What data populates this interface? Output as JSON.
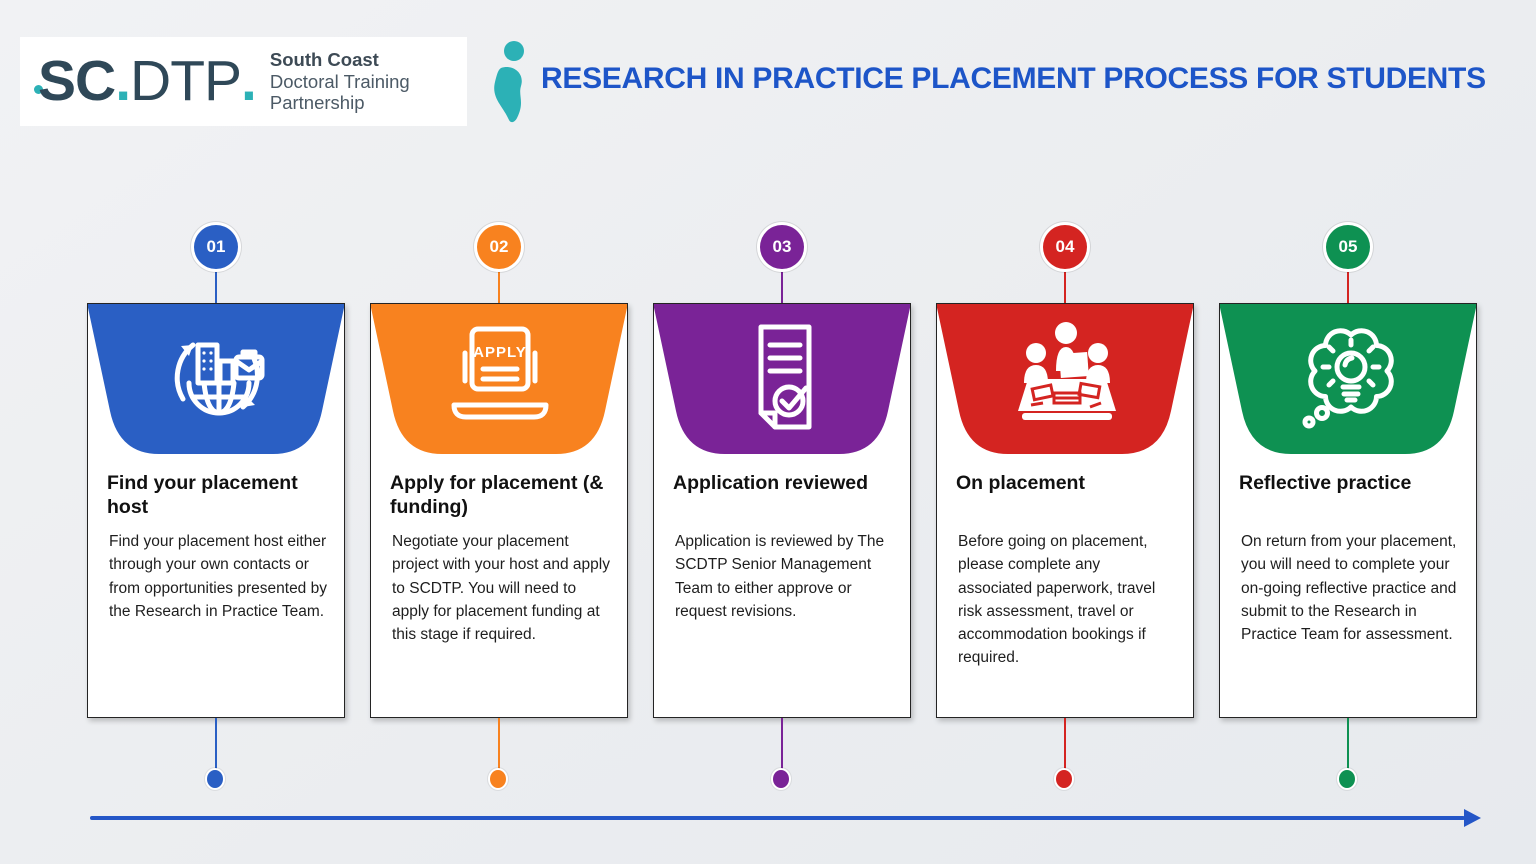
{
  "brand": {
    "logo_sc": "SC",
    "logo_dot1": ".",
    "logo_dtp": "DTP",
    "logo_dot2": ".",
    "tagline_line1": "South Coast",
    "tagline_line2": "Doctoral Training",
    "tagline_line3": "Partnership",
    "logo_navy": "#2f4858",
    "logo_teal": "#2cb1b6",
    "mark_icon": "scdtp-teal-figure-icon"
  },
  "header": {
    "title": "RESEARCH IN PRACTICE PLACEMENT PROCESS FOR STUDENTS",
    "title_color": "#1d55c8"
  },
  "steps": [
    {
      "number": "01",
      "color": "#2a5fc4",
      "connector_color": "#2a5fc4",
      "icon": "building-globe-cycle-icon",
      "title": "Find your placement host",
      "body": "Find your placement host either through your own contacts or from opportunities presented by the Research in Practice Team."
    },
    {
      "number": "02",
      "color": "#f8821f",
      "connector_color": "#f8821f",
      "icon": "laptop-apply-icon",
      "icon_label": "APPLY",
      "title": "Apply for placement (& funding)",
      "body": "Negotiate your placement project with your host and apply to SCDTP. You will need to apply for placement funding at this stage if required."
    },
    {
      "number": "03",
      "color": "#7a2397",
      "connector_color": "#7a2397",
      "icon": "document-approved-icon",
      "title": "Application reviewed",
      "body": "Application is reviewed by The SCDTP Senior Management Team to either approve or request revisions."
    },
    {
      "number": "04",
      "color": "#d42421",
      "connector_color": "#d42421",
      "icon": "team-meeting-icon",
      "title": "On placement",
      "body": "Before going on placement, please complete any associated paperwork, travel risk assessment, travel or accommodation bookings if required."
    },
    {
      "number": "05",
      "color": "#0e9152",
      "connector_color": "#d42421",
      "icon": "reflective-thought-lightbulb-icon",
      "title": "Reflective practice",
      "body": "On return from your placement, you will need to complete your on-going reflective practice and submit to the Research in Practice Team for assessment."
    }
  ],
  "timeline": {
    "color": "#2456c7",
    "icon": "right-arrow-icon"
  }
}
